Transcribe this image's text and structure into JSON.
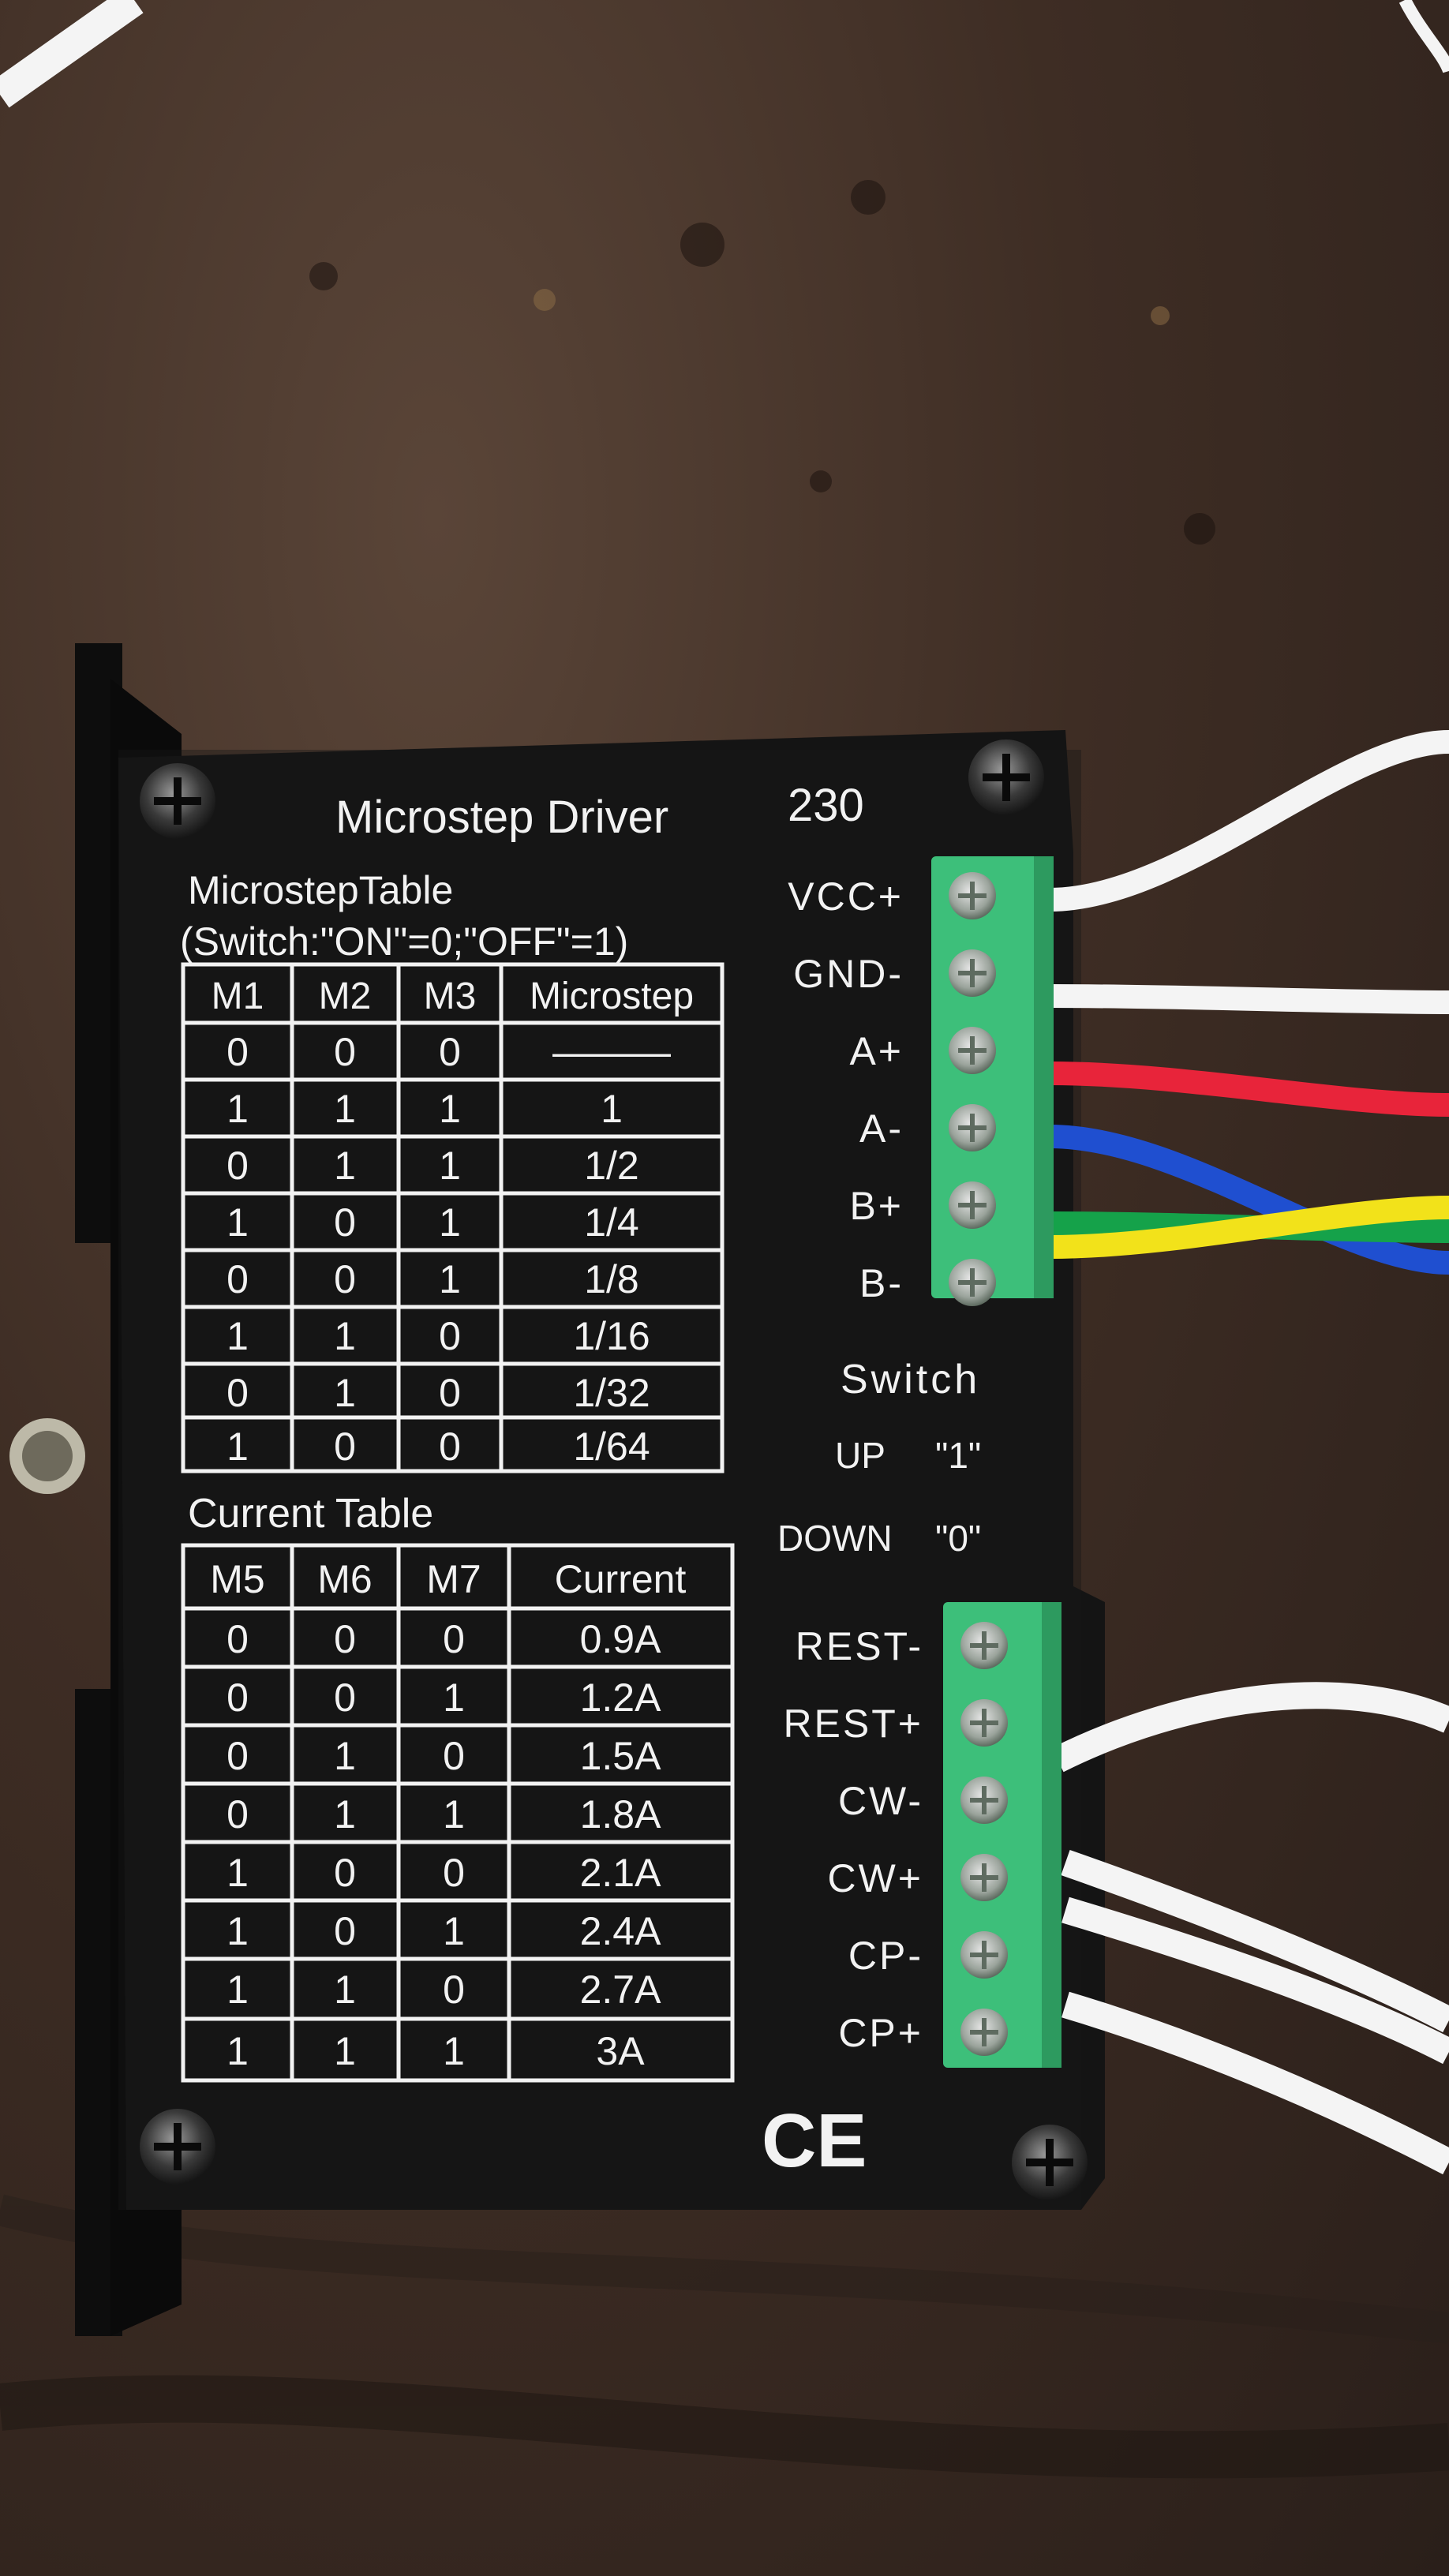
{
  "label": {
    "title": "Microstep Driver",
    "model": "230",
    "microstep_heading": "MicrostepTable",
    "microstep_note": "(Switch:\"ON\"=0;\"OFF\"=1)",
    "current_heading": "Current Table",
    "switch_heading": "Switch",
    "switch_up_label": "UP",
    "switch_up_value": "\"1\"",
    "switch_down_label": "DOWN",
    "switch_down_value": "\"0\"",
    "ce_mark": "CE"
  },
  "microstep_table": {
    "headers": [
      "M1",
      "M2",
      "M3",
      "Microstep"
    ],
    "rows": [
      [
        "0",
        "0",
        "0",
        "———"
      ],
      [
        "1",
        "1",
        "1",
        "1"
      ],
      [
        "0",
        "1",
        "1",
        "1/2"
      ],
      [
        "1",
        "0",
        "1",
        "1/4"
      ],
      [
        "0",
        "0",
        "1",
        "1/8"
      ],
      [
        "1",
        "1",
        "0",
        "1/16"
      ],
      [
        "0",
        "1",
        "0",
        "1/32"
      ],
      [
        "1",
        "0",
        "0",
        "1/64"
      ]
    ]
  },
  "current_table": {
    "headers": [
      "M5",
      "M6",
      "M7",
      "Current"
    ],
    "rows": [
      [
        "0",
        "0",
        "0",
        "0.9A"
      ],
      [
        "0",
        "0",
        "1",
        "1.2A"
      ],
      [
        "0",
        "1",
        "0",
        "1.5A"
      ],
      [
        "0",
        "1",
        "1",
        "1.8A"
      ],
      [
        "1",
        "0",
        "0",
        "2.1A"
      ],
      [
        "1",
        "0",
        "1",
        "2.4A"
      ],
      [
        "1",
        "1",
        "0",
        "2.7A"
      ],
      [
        "1",
        "1",
        "1",
        "3A"
      ]
    ]
  },
  "power_terminals": {
    "labels": [
      "VCC+",
      "GND-",
      "A+",
      "A-",
      "B+",
      "B-"
    ],
    "wire_colors": [
      "#f4f4f4",
      "#f4f4f4",
      "#e8243a",
      "#1f4fd0",
      "#15a24a",
      "#f2e21a"
    ]
  },
  "signal_terminals": {
    "labels": [
      "REST-",
      "REST+",
      "CW-",
      "CW+",
      "CP-",
      "CP+"
    ],
    "wire_color": "#f4f4f4"
  },
  "colors": {
    "board": "#141414",
    "print": "#f2f2f2",
    "terminal_block": "#3dbf7a",
    "wood": "#3e2d24"
  }
}
